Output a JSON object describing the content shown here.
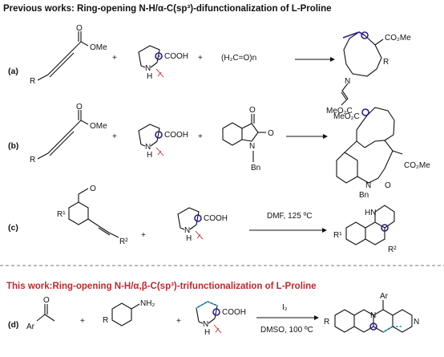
{
  "headers": {
    "previous": "Previous works: Ring-opening N-H/α-C(sp³)-difunctionalization of L-Proline",
    "this_work": "This work:Ring-opening N-H/α,β-C(sp³)-trifunctionalization of L-Proline"
  },
  "colors": {
    "this_work_title": "#c0282d",
    "highlight": "#2a1e8c",
    "cleave": "#c0282d",
    "cyan": "#2ab8d8"
  },
  "rows": [
    {
      "label": "(a)",
      "ester": "OMe",
      "r": "R",
      "plus": "+",
      "proline": {
        "cooh": "COOH",
        "nh": "N",
        "h": "H"
      },
      "reagent": "(H₂C=O)n",
      "product": {
        "co2me": "CO₂Me",
        "r": "R",
        "n": "N",
        "meo2c": "MeO₂C"
      }
    },
    {
      "label": "(b)",
      "ester": "OMe",
      "r": "R",
      "plus": "+",
      "proline": {
        "cooh": "COOH",
        "nh": "N",
        "h": "H"
      },
      "isatin": {
        "o": "O",
        "n": "N",
        "bn": "Bn"
      },
      "product": {
        "meo2c": "MeO₂C",
        "co2me": "CO₂Me",
        "n": "N",
        "bn": "Bn",
        "o": "O"
      }
    },
    {
      "label": "(c)",
      "r1": "R¹",
      "r2": "R²",
      "o": "O",
      "plus": "+",
      "proline": {
        "cooh": "COOH",
        "nh": "N",
        "h": "H"
      },
      "conditions": "DMF, 125 ºC",
      "product": {
        "hn": "HN",
        "r1": "R¹",
        "r2": "R²"
      }
    },
    {
      "label": "(d)",
      "ar": "Ar",
      "o": "O",
      "plus": "+",
      "aniline": {
        "nh2": "NH₂",
        "r": "R"
      },
      "proline": {
        "cooh": "COOH",
        "nh": "N",
        "h": "H"
      },
      "conditions_top": "I₂",
      "conditions_bottom": "DMSO, 100 ºC",
      "product": {
        "ar": "Ar",
        "r": "R",
        "n1": "N",
        "n2": "N"
      }
    }
  ]
}
